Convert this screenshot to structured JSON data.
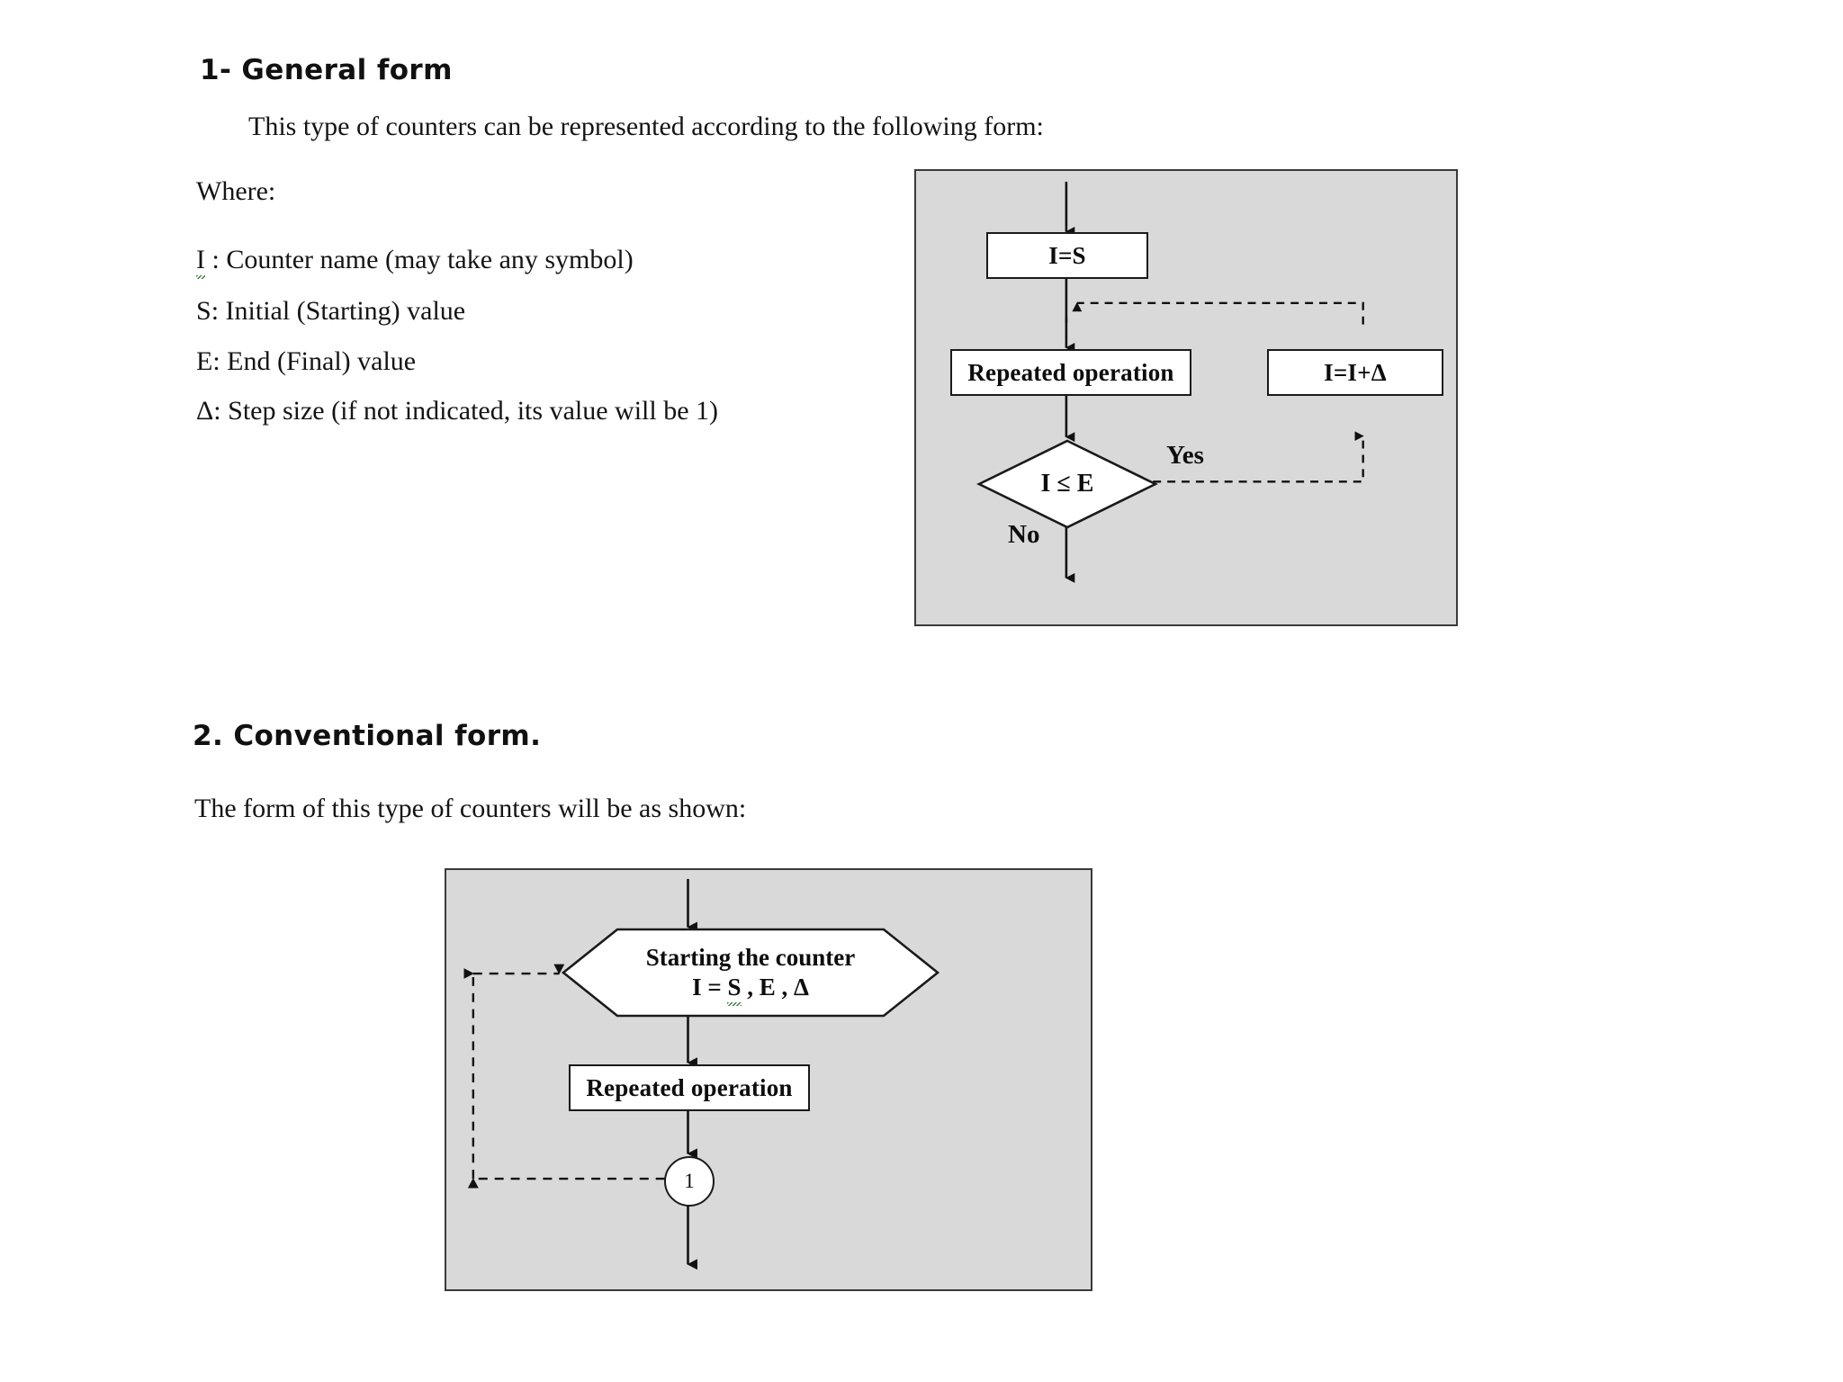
{
  "document": {
    "section_general": {
      "heading": "1- General form",
      "intro": "This type of counters can be represented according to the following form:",
      "where_label": "Where:",
      "definitions": [
        {
          "symbol": "I",
          "separator": " : ",
          "text": "Counter name (may take any symbol)",
          "misspelled": true
        },
        {
          "symbol": "S",
          "separator": ": ",
          "text": "Initial (Starting) value",
          "misspelled": false
        },
        {
          "symbol": "E",
          "separator": ": ",
          "text": "End (Final) value",
          "misspelled": false
        },
        {
          "symbol": "Δ",
          "separator": ": ",
          "text": "Step size (if not indicated, its value will be 1)",
          "misspelled": false
        }
      ]
    },
    "section_conventional": {
      "heading": "2. Conventional form.",
      "intro": "The form of this type of counters will be as shown:"
    }
  },
  "chart_data": [
    {
      "type": "flowchart",
      "id": "general-form-flowchart",
      "title": "General form of a counter loop",
      "panel_background": "#d9d9d9",
      "panel_border": "#3a3a3a",
      "nodes": [
        {
          "id": "init",
          "shape": "rect",
          "label": "I=S"
        },
        {
          "id": "body",
          "shape": "rect",
          "label": "Repeated operation"
        },
        {
          "id": "incr",
          "shape": "rect",
          "label": "I=I+Δ"
        },
        {
          "id": "decision",
          "shape": "diamond",
          "label": "I ≤ E"
        }
      ],
      "edges": [
        {
          "from": "entry",
          "to": "init",
          "style": "solid",
          "label": ""
        },
        {
          "from": "init",
          "to": "body",
          "style": "solid",
          "label": ""
        },
        {
          "from": "body",
          "to": "decision",
          "style": "solid",
          "label": ""
        },
        {
          "from": "decision",
          "to": "incr",
          "style": "dashed",
          "label": "Yes"
        },
        {
          "from": "incr",
          "to": "body",
          "style": "dashed",
          "label": ""
        },
        {
          "from": "decision",
          "to": "exit",
          "style": "solid",
          "label": "No"
        }
      ],
      "edge_labels": [
        "Yes",
        "No"
      ]
    },
    {
      "type": "flowchart",
      "id": "conventional-form-flowchart",
      "title": "Conventional form of a counter loop",
      "panel_background": "#d9d9d9",
      "panel_border": "#3a3a3a",
      "nodes": [
        {
          "id": "start",
          "shape": "hexagon",
          "label_line1": "Starting the counter",
          "label_line2": "I = S , E , Δ",
          "misspelled_token": "S"
        },
        {
          "id": "body",
          "shape": "rect",
          "label": "Repeated operation"
        },
        {
          "id": "conn",
          "shape": "circle",
          "label": "1"
        }
      ],
      "edges": [
        {
          "from": "entry",
          "to": "start",
          "style": "solid",
          "label": ""
        },
        {
          "from": "start",
          "to": "body",
          "style": "solid",
          "label": ""
        },
        {
          "from": "body",
          "to": "conn",
          "style": "solid",
          "label": ""
        },
        {
          "from": "conn",
          "to": "exit",
          "style": "solid",
          "label": ""
        },
        {
          "from": "conn",
          "to": "start",
          "style": "dashed",
          "label": ""
        }
      ],
      "edge_labels": []
    }
  ]
}
